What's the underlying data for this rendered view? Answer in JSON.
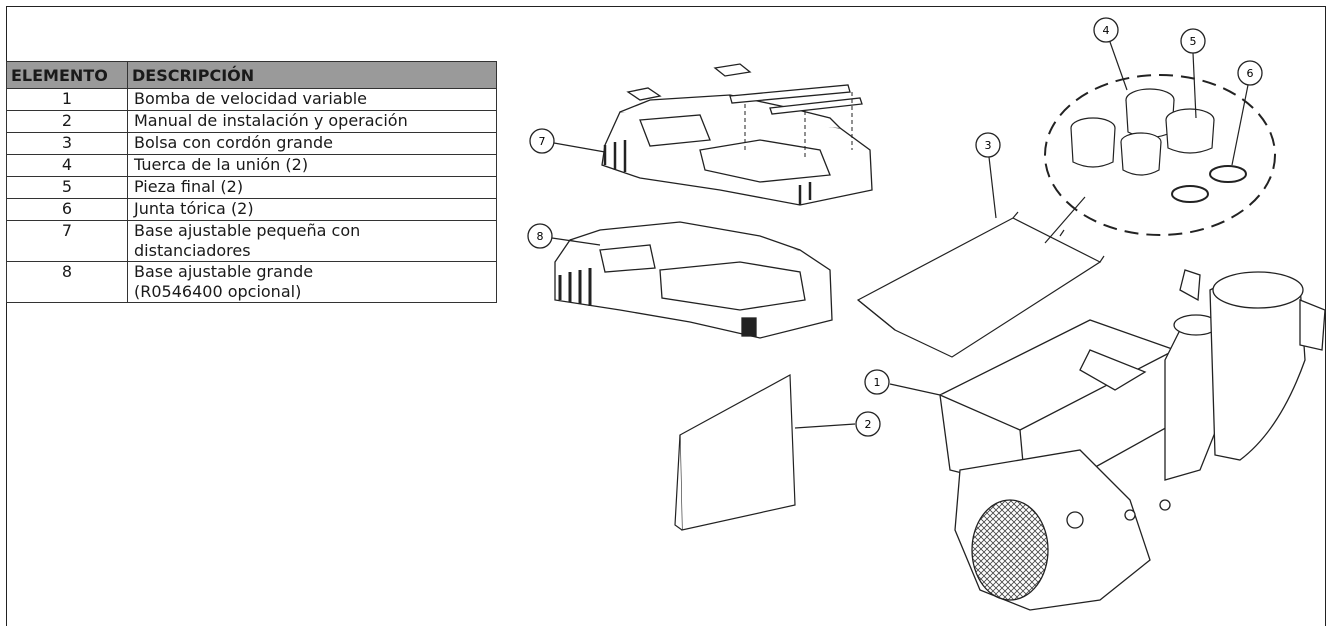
{
  "table": {
    "headers": [
      "ELEMENTO",
      "DESCRIPCIÓN"
    ],
    "rows": [
      {
        "item": "1",
        "description": [
          "Bomba de velocidad variable"
        ]
      },
      {
        "item": "2",
        "description": [
          "Manual de instalación y operación"
        ]
      },
      {
        "item": "3",
        "description": [
          "Bolsa con cordón grande"
        ]
      },
      {
        "item": "4",
        "description": [
          "Tuerca de la unión (2)"
        ]
      },
      {
        "item": "5",
        "description": [
          "Pieza final (2)"
        ]
      },
      {
        "item": "6",
        "description": [
          "Junta tórica (2)"
        ]
      },
      {
        "item": "7",
        "description": [
          "Base ajustable pequeña con",
          "distanciadores"
        ]
      },
      {
        "item": "8",
        "description": [
          "Base ajustable grande",
          "(R0546400 opcional)"
        ]
      }
    ]
  },
  "callouts": [
    "1",
    "2",
    "3",
    "4",
    "5",
    "6",
    "7",
    "8"
  ],
  "colors": {
    "header_bg": "#9a9a9a",
    "line": "#222222"
  }
}
